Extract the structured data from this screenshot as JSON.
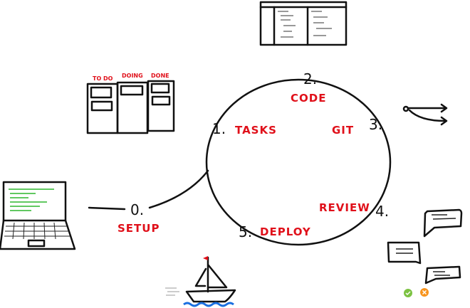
{
  "steps": [
    {
      "number": "0.",
      "label": "SETUP"
    },
    {
      "number": "1.",
      "label": "TASKS"
    },
    {
      "number": "2.",
      "label": "CODE"
    },
    {
      "number": "3.",
      "label": "GIT"
    },
    {
      "number": "4.",
      "label": "REVIEW"
    },
    {
      "number": "5.",
      "label": "DEPLOY"
    }
  ],
  "kanban": {
    "columns": [
      "TO DO",
      "DOING",
      "DONE"
    ]
  },
  "colors": {
    "label": "#e0101a",
    "ink": "#111111",
    "code": "#2db52d",
    "approve": "#7cc242",
    "reject": "#f7941d",
    "water": "#1a6fe0",
    "flag": "#e0101a"
  },
  "icons": [
    "kanban-board-icon",
    "code-editor-icon",
    "git-branch-icon",
    "chat-bubbles-icon",
    "check-icon",
    "cross-icon",
    "sailboat-icon",
    "laptop-icon"
  ]
}
